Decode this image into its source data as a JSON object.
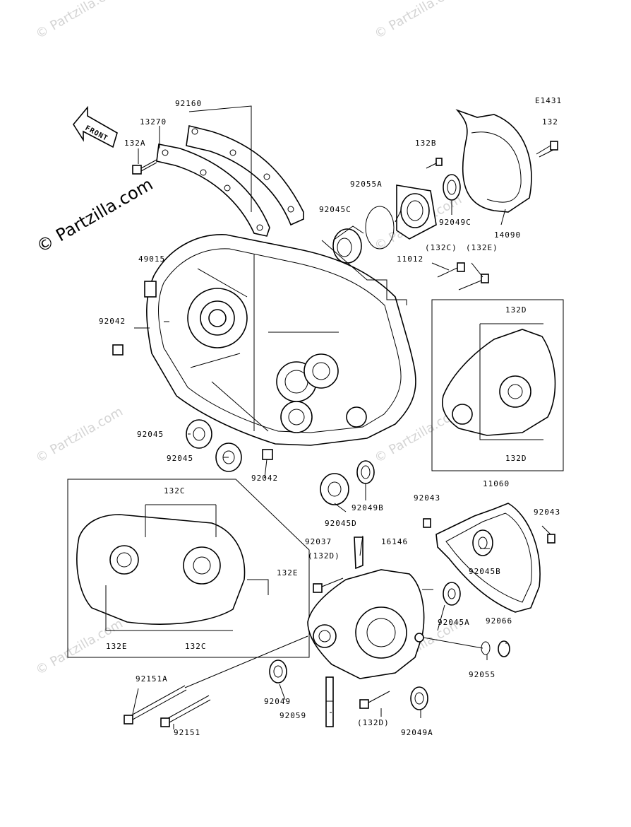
{
  "diagram_code": "E1431",
  "front_label": "FRONT",
  "watermarks": {
    "main": "© Partzilla.com",
    "tile": "© Partzilla.com"
  },
  "labels": [
    {
      "id": "l-92160",
      "text": "92160"
    },
    {
      "id": "l-13270",
      "text": "13270"
    },
    {
      "id": "l-132A",
      "text": "132A"
    },
    {
      "id": "l-132",
      "text": "132"
    },
    {
      "id": "l-132B",
      "text": "132B"
    },
    {
      "id": "l-92055A",
      "text": "92055A"
    },
    {
      "id": "l-92045C",
      "text": "92045C"
    },
    {
      "id": "l-92049C",
      "text": "92049C"
    },
    {
      "id": "l-14090",
      "text": "14090"
    },
    {
      "id": "l-11012",
      "text": "11012"
    },
    {
      "id": "l-132C-p",
      "text": "(132C)"
    },
    {
      "id": "l-132E-p",
      "text": "(132E)"
    },
    {
      "id": "l-49015",
      "text": "49015"
    },
    {
      "id": "l-92042a",
      "text": "92042"
    },
    {
      "id": "l-132D-top",
      "text": "132D"
    },
    {
      "id": "l-132D-bot",
      "text": "132D"
    },
    {
      "id": "l-92045a",
      "text": "92045"
    },
    {
      "id": "l-92045b",
      "text": "92045"
    },
    {
      "id": "l-92042b",
      "text": "92042"
    },
    {
      "id": "l-92049B",
      "text": "92049B"
    },
    {
      "id": "l-92045D",
      "text": "92045D"
    },
    {
      "id": "l-132C-top",
      "text": "132C"
    },
    {
      "id": "l-132E-r",
      "text": "132E"
    },
    {
      "id": "l-132E-b",
      "text": "132E"
    },
    {
      "id": "l-132C-b",
      "text": "132C"
    },
    {
      "id": "l-92043a",
      "text": "92043"
    },
    {
      "id": "l-11060",
      "text": "11060"
    },
    {
      "id": "l-92043b",
      "text": "92043"
    },
    {
      "id": "l-92037",
      "text": "92037"
    },
    {
      "id": "l-132D-p1",
      "text": "(132D)"
    },
    {
      "id": "l-16146",
      "text": "16146"
    },
    {
      "id": "l-92045B",
      "text": "92045B"
    },
    {
      "id": "l-92045A",
      "text": "92045A"
    },
    {
      "id": "l-92066",
      "text": "92066"
    },
    {
      "id": "l-92055",
      "text": "92055"
    },
    {
      "id": "l-92151A",
      "text": "92151A"
    },
    {
      "id": "l-92151",
      "text": "92151"
    },
    {
      "id": "l-92049",
      "text": "92049"
    },
    {
      "id": "l-92059",
      "text": "92059"
    },
    {
      "id": "l-132D-p2",
      "text": "(132D)"
    },
    {
      "id": "l-92049A",
      "text": "92049A"
    }
  ]
}
